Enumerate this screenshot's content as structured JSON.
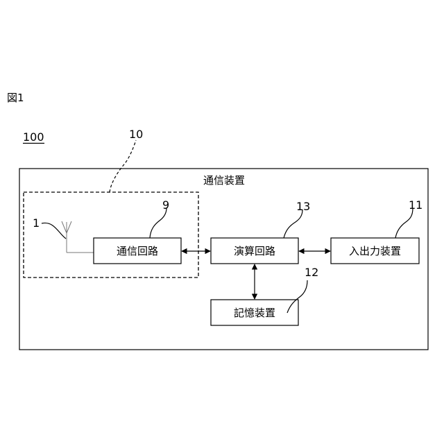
{
  "figure": {
    "label": "図1"
  },
  "system": {
    "ref": "100",
    "title": "通信装置"
  },
  "communication_unit": {
    "ref": "10"
  },
  "antenna": {
    "ref": "1"
  },
  "blocks": {
    "communication_circuit": {
      "ref": "9",
      "label": "通信回路"
    },
    "arithmetic_circuit": {
      "ref": "13",
      "label": "演算回路"
    },
    "io_device": {
      "ref": "11",
      "label": "入出力装置"
    },
    "storage_device": {
      "ref": "12",
      "label": "記憶装置"
    }
  }
}
